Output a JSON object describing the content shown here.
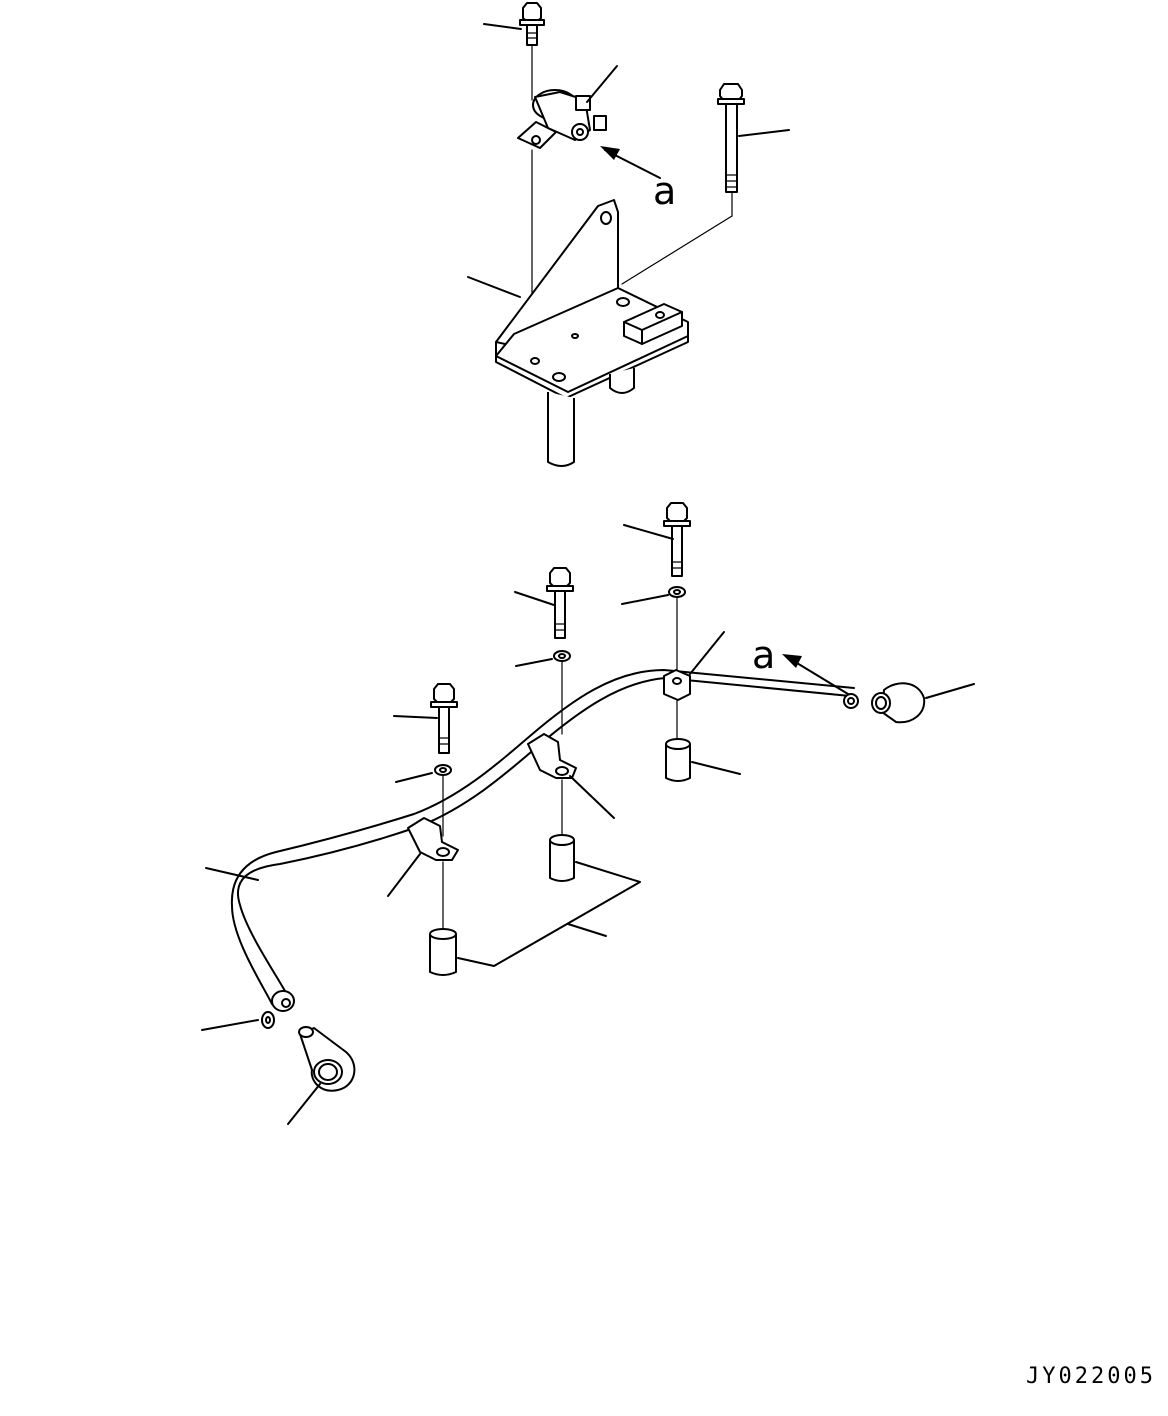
{
  "labels": {
    "arrow_upper": "a",
    "arrow_lower": "a"
  },
  "drawing_code": "JY022005"
}
